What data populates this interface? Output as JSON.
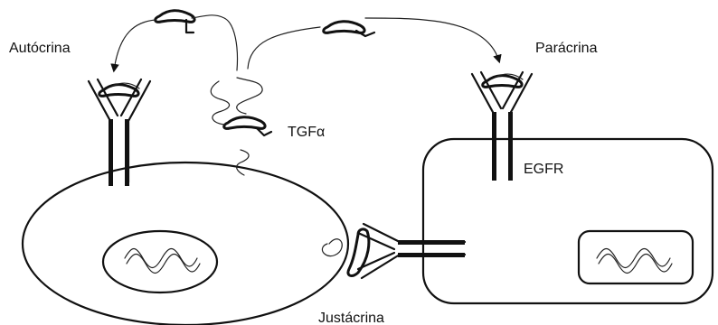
{
  "labels": {
    "autocrine": "Autócrina",
    "paracrine": "Parácrina",
    "ligand": "TGF",
    "ligand_greek": "α",
    "receptor": "EGFR",
    "juxtacrine": "Justácrina"
  },
  "colors": {
    "line": "#111111",
    "background": "#ffffff"
  }
}
